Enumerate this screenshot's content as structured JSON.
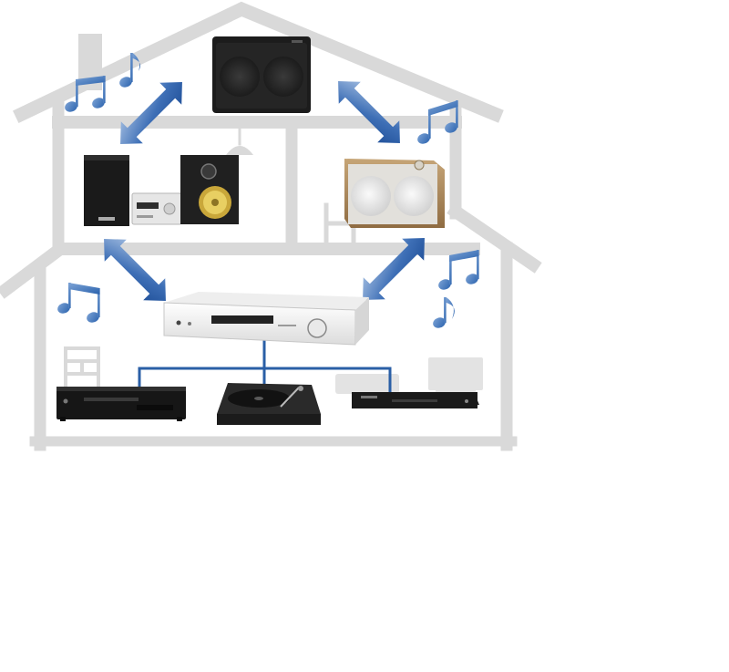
{
  "diagram": {
    "type": "multi-room-audio-network",
    "colors": {
      "house_outline": "#d9d9d9",
      "arrow_light": "#aac3e4",
      "arrow_dark": "#1d4d96",
      "note": "#2a62ad",
      "connector": "#2a5fa6",
      "device_black": "#1c1c1c",
      "device_white": "#f4f4f4",
      "wood": "#a9865a",
      "fabric": "#e2e0db"
    },
    "rooms": {
      "attic": {
        "device": "wireless-speaker-black"
      },
      "upper_left": {
        "device": "mini-component-system"
      },
      "upper_right": {
        "device": "wireless-speaker-wood"
      },
      "ground_floor": {
        "hub": "network-stereo-receiver",
        "sources": [
          "cd-player",
          "turntable",
          "blu-ray-player"
        ]
      }
    },
    "links": [
      {
        "from": "upper-left-room",
        "to": "attic",
        "kind": "wireless"
      },
      {
        "from": "attic",
        "to": "upper-right-room",
        "kind": "wireless"
      },
      {
        "from": "receiver",
        "to": "upper-left-room",
        "kind": "wireless"
      },
      {
        "from": "receiver",
        "to": "upper-right-room",
        "kind": "wireless"
      },
      {
        "from": "receiver",
        "to": "cd-player",
        "kind": "wired"
      },
      {
        "from": "receiver",
        "to": "turntable",
        "kind": "wired"
      },
      {
        "from": "receiver",
        "to": "blu-ray-player",
        "kind": "wired"
      }
    ],
    "icons": [
      "music-note-icon",
      "music-note-icon",
      "music-note-icon",
      "music-note-icon",
      "music-note-icon",
      "music-note-icon"
    ]
  }
}
